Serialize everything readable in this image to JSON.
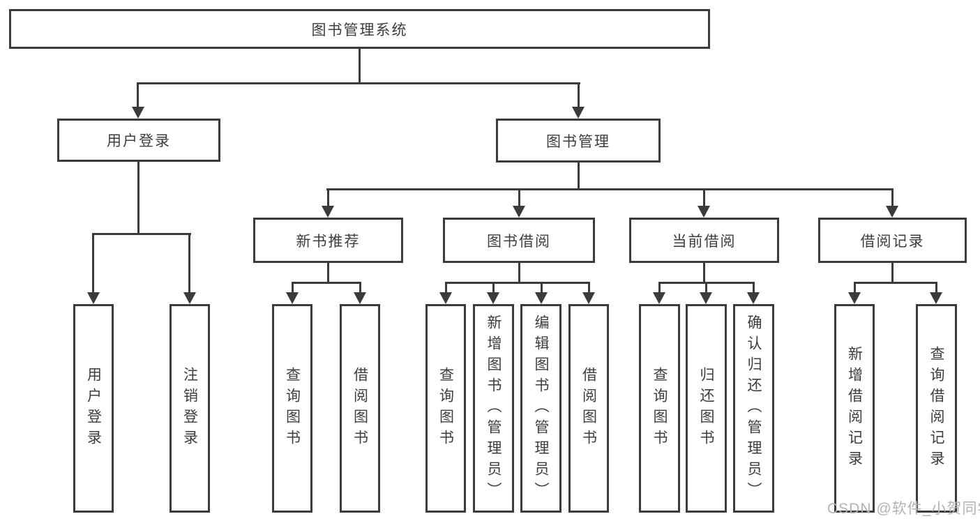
{
  "diagram": {
    "root_label": "图书管理系统",
    "level2": {
      "user_login": "用户登录",
      "book_mgmt": "图书管理"
    },
    "level3": {
      "new_book_rec": "新书推荐",
      "book_borrow": "图书借阅",
      "current_borrow": "当前借阅",
      "borrow_records": "借阅记录"
    },
    "leaves": {
      "user_login": "用户登录",
      "logout": "注销登录",
      "query_book_1": "查询图书",
      "borrow_book_1": "借阅图书",
      "query_book_2": "查询图书",
      "add_book": "新增图书（管理员）",
      "edit_book": "编辑图书（管理员）",
      "borrow_book_2": "借阅图书",
      "query_book_3": "查询图书",
      "return_book": "归还图书",
      "confirm_return": "确认归还（管理员）",
      "add_borrow_record": "新增借阅记录",
      "query_borrow_record": "查询借阅记录"
    }
  },
  "watermark": "CSDN @软件_小贺同学",
  "colors": {
    "line": "#3b3b3b",
    "text": "#3d3d3d",
    "watermark": "#b3b3b3",
    "background": "#ffffff"
  }
}
